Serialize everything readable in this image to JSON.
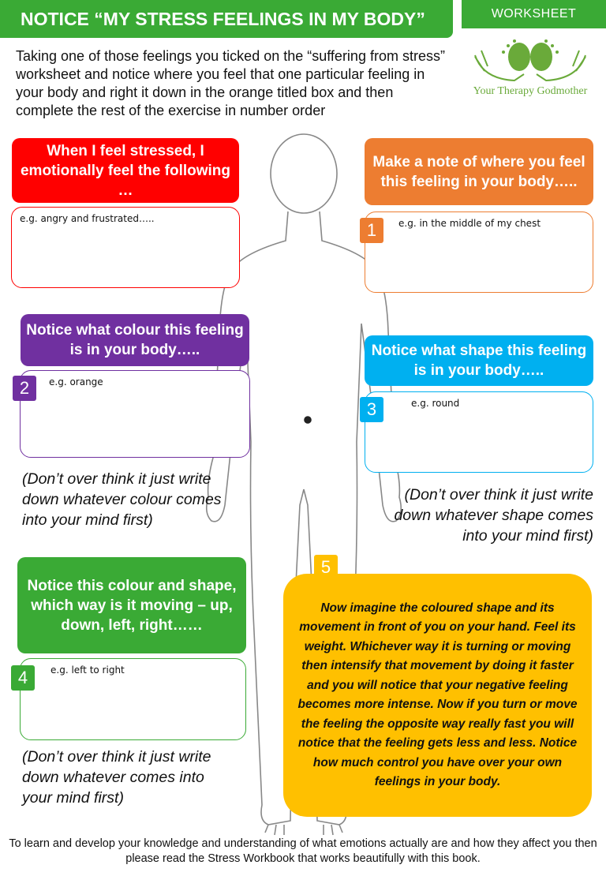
{
  "header": {
    "title": "NOTICE “MY STRESS FEELINGS IN MY BODY”",
    "tab_label": "WORKSHEET"
  },
  "intro_text": "Taking one of those feelings you ticked on the “suffering from stress” worksheet and notice where you feel that one particular feeling in your body and right it down in the orange titled box and then complete the rest of the exercise in number order",
  "logo": {
    "text": "Your Therapy Godmother",
    "icon": "hands-faces-logo-icon"
  },
  "colors": {
    "green": "#3aaa35",
    "red": "#ff0000",
    "orange": "#ed7d31",
    "purple": "#7030a0",
    "blue": "#00b0f0",
    "yellow": "#ffc000"
  },
  "sections": {
    "emotion": {
      "heading": "When I feel stressed, I emotionally feel the following …",
      "example": "e.g. angry and frustrated….."
    },
    "location": {
      "number": "1",
      "heading": "Make a note of where you feel this feeling in your body…..",
      "example": "e.g. in the middle of my chest"
    },
    "colour": {
      "number": "2",
      "heading": "Notice what colour this feeling is in your body…..",
      "example": "e.g. orange",
      "note": "(Don’t over think it just write down whatever colour comes into your mind first)"
    },
    "shape": {
      "number": "3",
      "heading": "Notice what shape this feeling is in your body…..",
      "example": "e.g. round",
      "note": "(Don’t over think it just write down whatever shape comes into your mind first)"
    },
    "movement": {
      "number": "4",
      "heading": "Notice this colour and shape, which way is it moving – up, down, left, right……",
      "example": "e.g. left to right",
      "note": "(Don’t over think it just write down whatever comes into your mind first)"
    },
    "final": {
      "number": "5",
      "text": "Now imagine the coloured shape and its movement in front of you on your hand. Feel its weight.  Whichever way it is turning or moving then intensify that movement by doing it faster and you will notice that your negative feeling becomes more intense.  Now if you turn or move the feeling the opposite way really fast you will notice that the feeling gets less and less.  Notice how much control you have over your own feelings in your body."
    }
  },
  "footer_text": "To learn and develop your knowledge and understanding of what emotions actually are and how they affect you then please read the Stress Workbook that works beautifully with this book."
}
